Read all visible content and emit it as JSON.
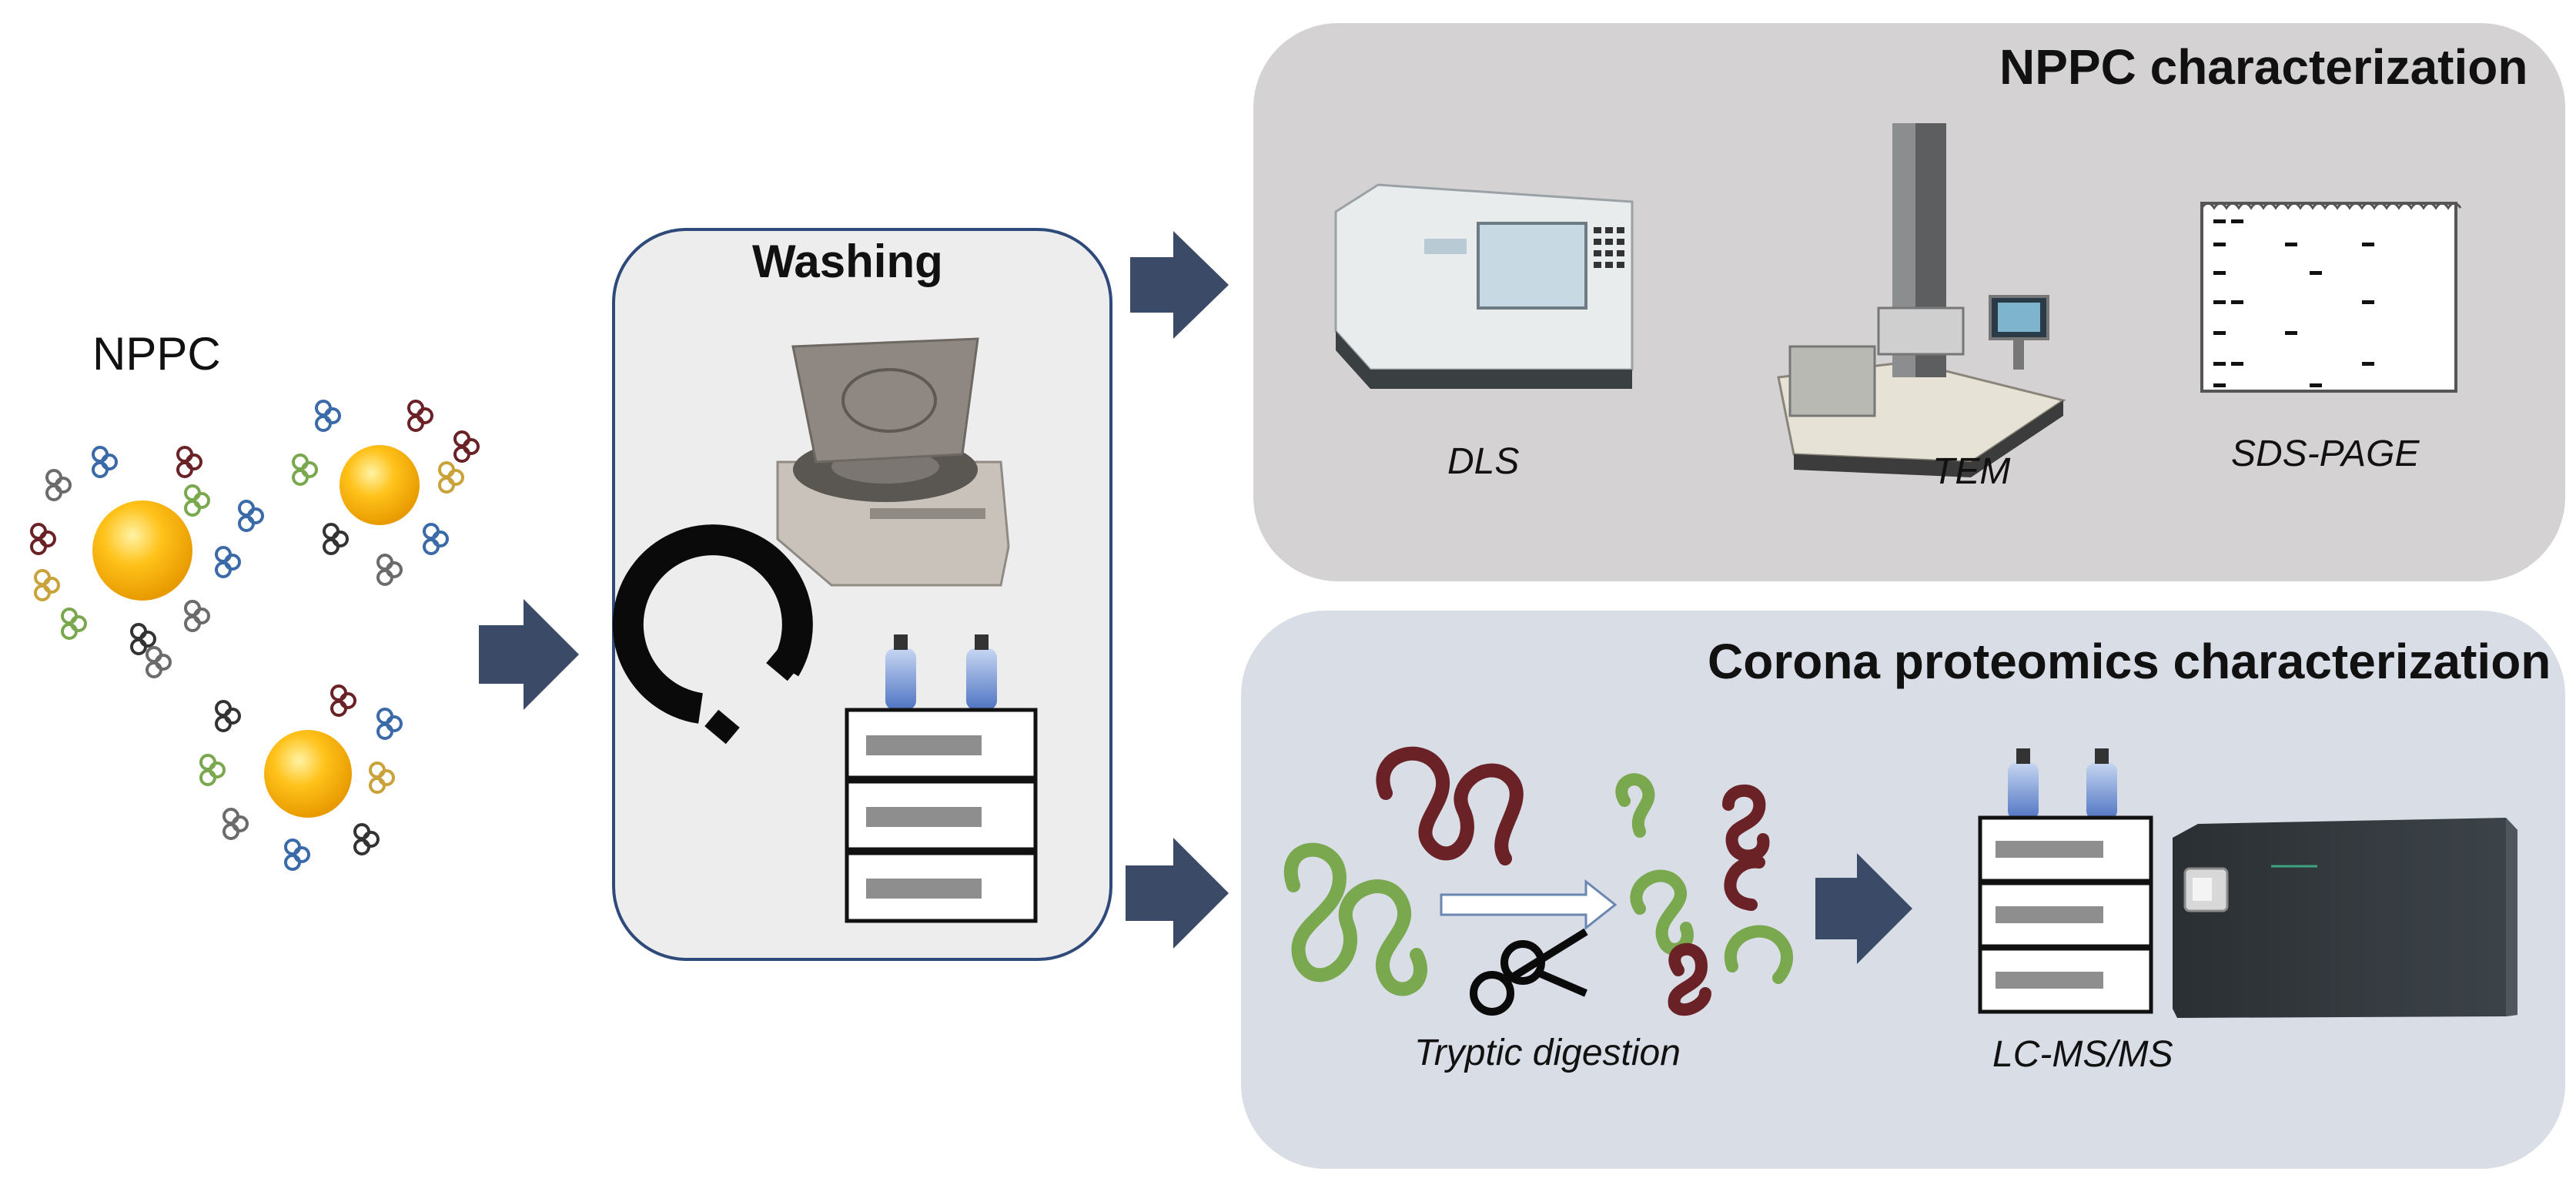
{
  "nppc": {
    "label": "NPPC"
  },
  "washing": {
    "title": "Washing"
  },
  "characterization": {
    "title": "NPPC characterization",
    "instruments": {
      "dls": "DLS",
      "tem": "TEM",
      "sds": "SDS-PAGE"
    }
  },
  "proteomics": {
    "title": "Corona proteomics characterization",
    "digestion": "Tryptic digestion",
    "lcms": "LC-MS/MS"
  },
  "colors": {
    "arrow": "#3b4a66",
    "nanoparticle": "#f5b800",
    "washing_bg": "#ededed",
    "washing_border": "#2e4a7a",
    "characterization_bg": "#d4d2d2",
    "proteomics_bg": "#d8dde6",
    "protein_green": "#7aa84e",
    "protein_dark": "#6a2226"
  }
}
